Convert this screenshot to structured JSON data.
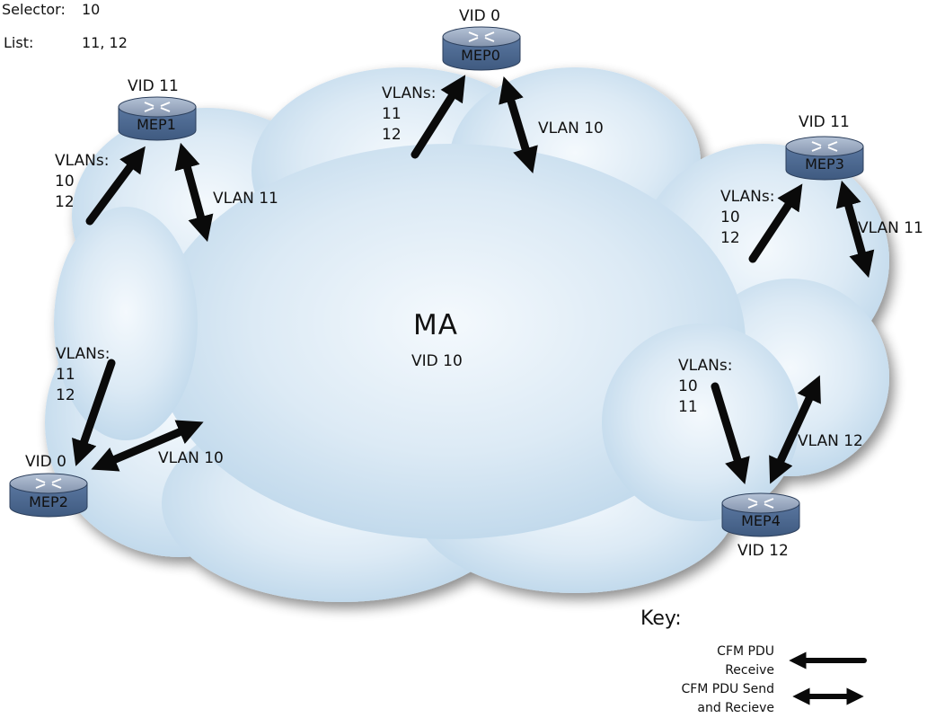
{
  "selector": {
    "label": "Selector:",
    "value": "10"
  },
  "list": {
    "label": "List:",
    "value": "11, 12"
  },
  "ma": {
    "label": "MA",
    "vid": "VID 10"
  },
  "meps": [
    {
      "name": "MEP0",
      "vid": "VID 0",
      "vlans_label": "VLANs:\n11\n12",
      "vlan": "VLAN 10"
    },
    {
      "name": "MEP1",
      "vid": "VID 11",
      "vlans_label": "VLANs:\n10\n12",
      "vlan": "VLAN 11"
    },
    {
      "name": "MEP2",
      "vid": "VID 0",
      "vlans_label": "VLANs:\n11\n12",
      "vlan": "VLAN 10"
    },
    {
      "name": "MEP3",
      "vid": "VID 11",
      "vlans_label": "VLANs:\n10\n12",
      "vlan": "VLAN 11"
    },
    {
      "name": "MEP4",
      "vid": "VID 12",
      "vlans_label": "VLANs:\n10\n11",
      "vlan": "VLAN 12"
    }
  ],
  "key": {
    "title": "Key:",
    "receive": "CFM PDU\nReceive",
    "send_receive": "CFM PDU Send\nand Recieve"
  },
  "colors": {
    "cloud": "#cfe3f1",
    "cloud_edge": "#b3cde1",
    "router_top": "#8f9fb8",
    "router_body": "#4e6b94",
    "arrow": "#0a0a0a"
  }
}
